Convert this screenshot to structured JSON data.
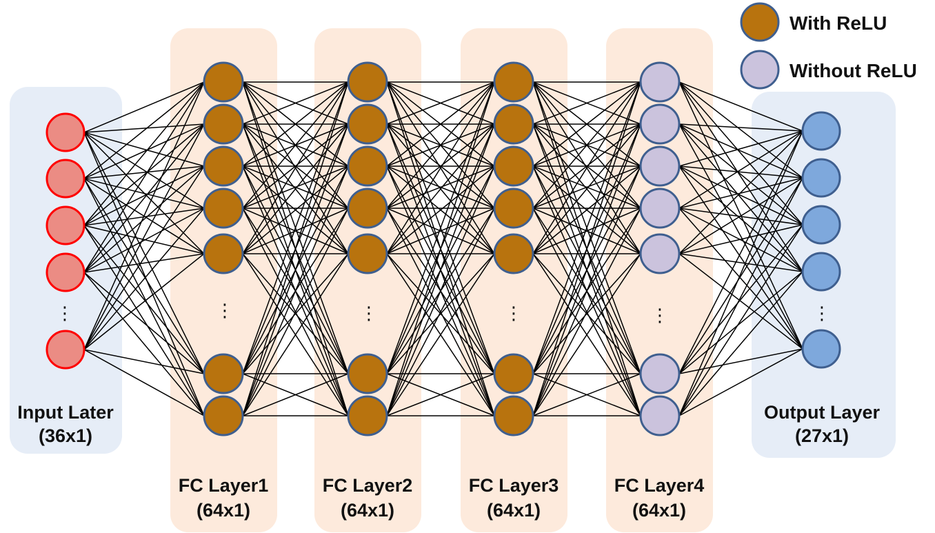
{
  "colors": {
    "input_panel": "#e6edf7",
    "fc_panel": "#fdeadc",
    "output_panel": "#e6edf7",
    "input_node_fill": "#eb8c84",
    "input_node_stroke": "#ff0000",
    "relu_node_fill": "#b8730e",
    "no_relu_node_fill": "#cbc3dd",
    "output_node_fill": "#7ea8dc",
    "node_stroke": "#3f5f8f",
    "edge": "#000000"
  },
  "legend": [
    {
      "label": "With ReLU",
      "swatch": "relu_node_fill",
      "icon": "relu-node-icon"
    },
    {
      "label": "Without ReLU",
      "swatch": "no_relu_node_fill",
      "icon": "no-relu-node-icon"
    }
  ],
  "layers": [
    {
      "id": "input",
      "name": "Input Later",
      "size": "(36x1)",
      "panel": "input_panel",
      "fill": "input_node_fill",
      "stroke": "input_node_stroke",
      "visible_nodes": 5,
      "ellipsis": "⋮"
    },
    {
      "id": "fc1",
      "name": "FC Layer1",
      "size": "(64x1)",
      "panel": "fc_panel",
      "fill": "relu_node_fill",
      "stroke": "node_stroke",
      "visible_nodes": 7,
      "ellipsis": "⋮"
    },
    {
      "id": "fc2",
      "name": "FC Layer2",
      "size": "(64x1)",
      "panel": "fc_panel",
      "fill": "relu_node_fill",
      "stroke": "node_stroke",
      "visible_nodes": 7,
      "ellipsis": "⋮"
    },
    {
      "id": "fc3",
      "name": "FC Layer3",
      "size": "(64x1)",
      "panel": "fc_panel",
      "fill": "relu_node_fill",
      "stroke": "node_stroke",
      "visible_nodes": 7,
      "ellipsis": "⋮"
    },
    {
      "id": "fc4",
      "name": "FC Layer4",
      "size": "(64x1)",
      "panel": "fc_panel",
      "fill": "no_relu_node_fill",
      "stroke": "node_stroke",
      "visible_nodes": 7,
      "ellipsis": "⋮"
    },
    {
      "id": "output",
      "name": "Output Layer",
      "size": "(27x1)",
      "panel": "output_panel",
      "fill": "output_node_fill",
      "stroke": "node_stroke",
      "visible_nodes": 5,
      "ellipsis": "⋮"
    }
  ]
}
